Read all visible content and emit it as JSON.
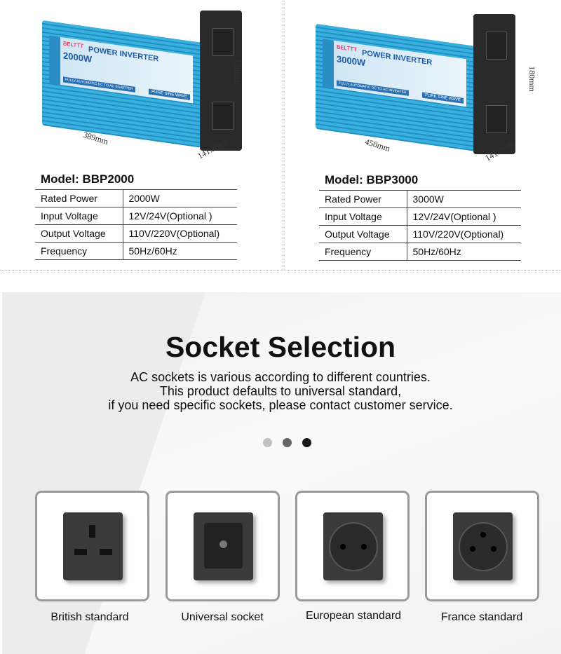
{
  "products": [
    {
      "brand": "BELTTT",
      "label_title": "POWER INVERTER",
      "watt": "2000W",
      "label_sub": "FULLY AUTOMATIC DC TO AC INVERTER",
      "label_wave": "PURE SINE WAVE",
      "dim_length": "389mm",
      "dim_width": "141.2mm",
      "dim_height": "180mm",
      "model": "Model: BBP2000",
      "specs": [
        [
          "Rated Power",
          "2000W"
        ],
        [
          "Input Voltage",
          "12V/24V(Optional )"
        ],
        [
          "Output Voltage",
          "110V/220V(Optional)"
        ],
        [
          "Frequency",
          "50Hz/60Hz"
        ]
      ]
    },
    {
      "brand": "BELTTT",
      "label_title": "POWER INVERTER",
      "watt": "3000W",
      "label_sub": "FULLY AUTOMATIC DC TO AC INVERTER",
      "label_wave": "PURE SINE WAVE",
      "dim_length": "450mm",
      "dim_width": "141.2mm",
      "dim_height": "180mm",
      "model": "Model: BBP3000",
      "specs": [
        [
          "Rated Power",
          "3000W"
        ],
        [
          "Input Voltage",
          "12V/24V(Optional )"
        ],
        [
          "Output Voltage",
          "110V/220V(Optional)"
        ],
        [
          "Frequency",
          "50Hz/60Hz"
        ]
      ]
    }
  ],
  "socket_section": {
    "title": "Socket Selection",
    "lines": [
      "AC sockets is various according to different countries.",
      "This product defaults to universal  standard,",
      "if you need specific sockets, please contact customer service."
    ],
    "dots": [
      "#c0c0c0",
      "#666666",
      "#1a1a1a"
    ],
    "sockets": [
      {
        "label": "British standard"
      },
      {
        "label": "Universal socket"
      },
      {
        "label": "European standard"
      },
      {
        "label": "France standard"
      }
    ]
  }
}
